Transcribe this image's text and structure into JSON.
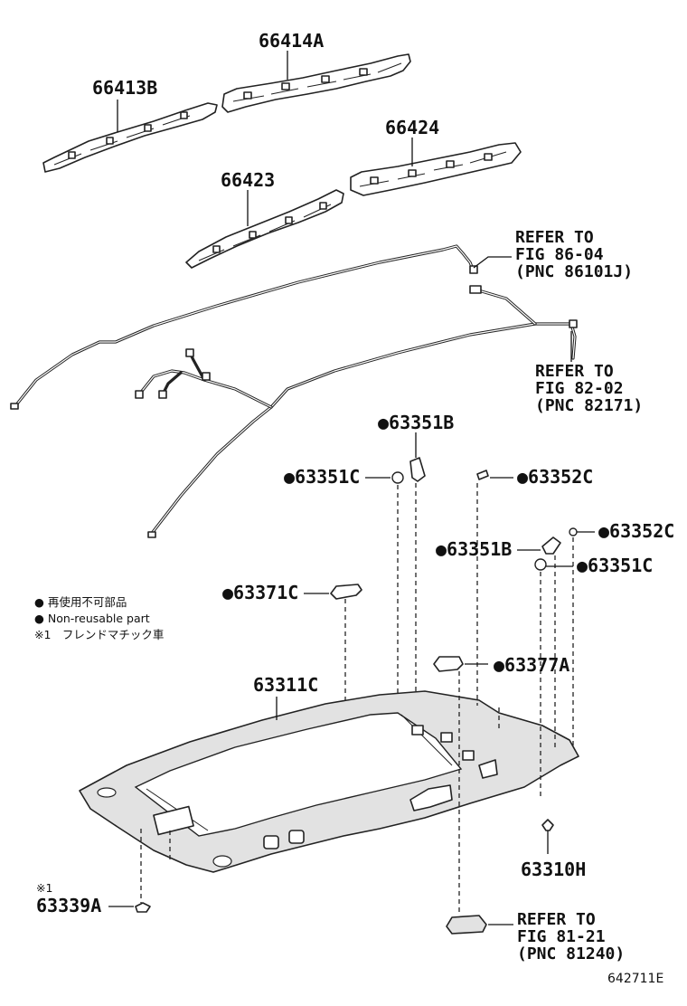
{
  "labels": {
    "p66414a": "66414A",
    "p66413b": "66413B",
    "p66424": "66424",
    "p66423": "66423",
    "p63351b_top": "●63351B",
    "p63351c_left": "●63351C",
    "p63352c_top": "●63352C",
    "p63352c_right": "●63352C",
    "p63351b_mid": "●63351B",
    "p63351c_right": "●63351C",
    "p63371c": "●63371C",
    "p63377a": "●63377A",
    "p63311c": "63311C",
    "p63310h": "63310H",
    "p63339a": "63339A",
    "p63339a_mark": "※1"
  },
  "refs": {
    "ref1": [
      "REFER TO",
      "FIG 86-04",
      "(PNC 86101J)"
    ],
    "ref2": [
      "REFER TO",
      "FIG 82-02",
      "(PNC 82171)"
    ],
    "ref3": [
      "REFER TO",
      "FIG 81-21",
      "(PNC 81240)"
    ]
  },
  "legend": {
    "line1": "● 再使用不可部品",
    "line2": "● Non-reusable part",
    "line3": "※1　フレンドマチック車"
  },
  "diagram_code": "642711E"
}
